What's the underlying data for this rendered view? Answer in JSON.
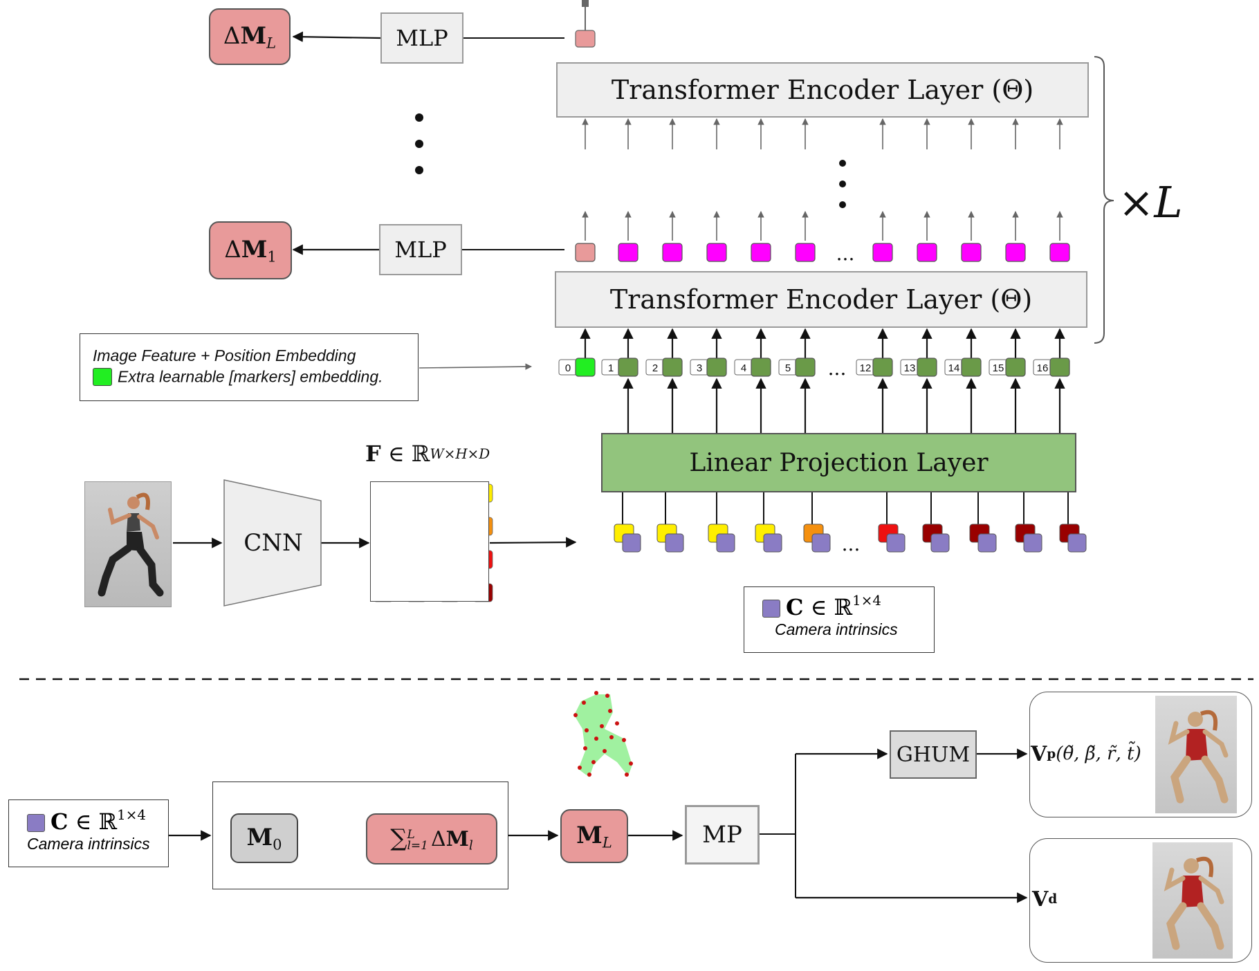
{
  "top": {
    "delta_ml": {
      "prefix": "Δ",
      "letter": "M",
      "sub": "L"
    },
    "delta_m1": {
      "prefix": "Δ",
      "letter": "M",
      "sub": "1"
    },
    "mlp_top": "MLP",
    "mlp_bottom": "MLP",
    "encoder_top": "Transformer Encoder Layer (Θ)",
    "encoder_bottom": "Transformer Encoder Layer (Θ)",
    "repeat_label": {
      "times": "×",
      "letter": "L"
    },
    "ellipsis": "...",
    "linear_projection": "Linear Projection  Layer",
    "cnn": "CNN",
    "feature_label": {
      "letter": "F",
      "in": "∈",
      "set": "ℝ",
      "sup": "W×H×D"
    },
    "token_indices": [
      "0",
      "1",
      "2",
      "3",
      "4",
      "5",
      "12",
      "13",
      "14",
      "15",
      "16"
    ],
    "legend_embedding": {
      "line1": "Image Feature + Position Embedding",
      "line2": "Extra learnable [markers] embedding."
    },
    "legend_camera": {
      "letter": "C",
      "in": "∈",
      "set": "ℝ",
      "sup": "1×4",
      "caption": "Camera intrinsics"
    },
    "feature_grid_colors": [
      "#ffee00",
      "#f5900f",
      "#ee1111",
      "#990000"
    ],
    "input_token_colors": [
      "#ffee00",
      "#ffee00",
      "#ffee00",
      "#ffee00",
      "#f5900f",
      "#ee1111",
      "#990000",
      "#990000",
      "#990000",
      "#990000"
    ]
  },
  "bottom": {
    "camera": {
      "letter": "C",
      "in": "∈",
      "set": "ℝ",
      "sup": "1×4",
      "caption": "Camera intrinsics"
    },
    "m0": {
      "letter": "M",
      "sub": "0"
    },
    "sum": {
      "sym": "∑",
      "sup": "L",
      "sub": "l=1",
      "delta": "Δ",
      "letter": "M",
      "idx": "l"
    },
    "ml": {
      "letter": "M",
      "sub": "L"
    },
    "mp": "MP",
    "ghum": "GHUM",
    "vp": {
      "letter": "V",
      "sub": "p",
      "args": "(θ̃, β̃, r̃, t̃)"
    },
    "vd": {
      "letter": "V",
      "sub": "d"
    }
  },
  "colors": {
    "pink": "#e89a9a",
    "token_magenta": "#ff00ff",
    "token_green": "#6a9a48",
    "marker_green": "#22ee22",
    "camera_purple": "#8a7cc4",
    "linear_green": "#92c47d",
    "gray_fill": "#efefef"
  }
}
